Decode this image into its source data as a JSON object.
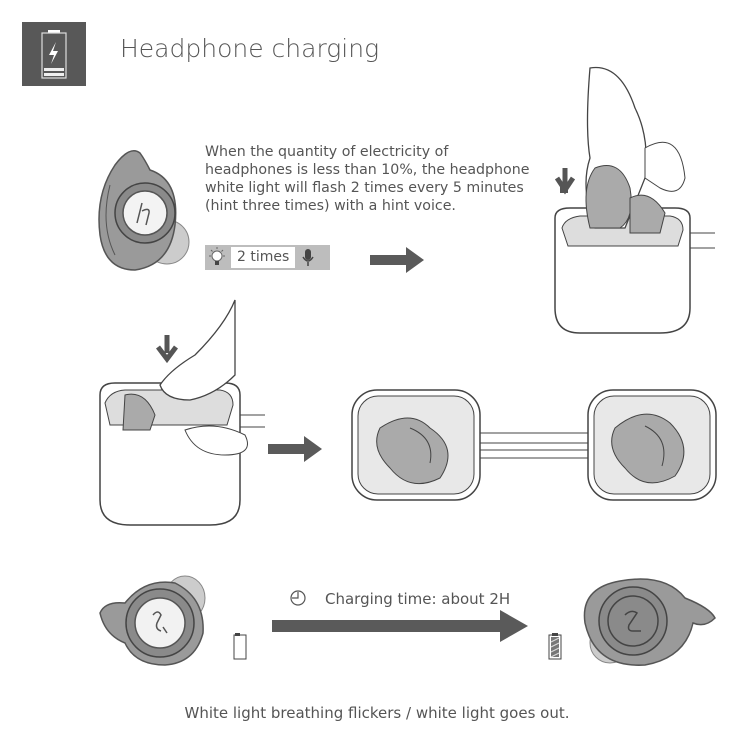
{
  "header": {
    "icon": "battery-charging-icon",
    "title": "Headphone charging"
  },
  "low_battery": {
    "description_lines": [
      "When the quantity of electricity of",
      "headphones is less than 10%, the headphone",
      "white light will flash 2 times every 5 minutes",
      "(hint three times) with a hint voice."
    ],
    "indicator": {
      "light_icon": "light-bulb-icon",
      "label": "2 times",
      "voice_icon": "microphone-icon"
    }
  },
  "charging": {
    "time_icon": "clock-icon",
    "time_label": "Charging time: about 2H",
    "start_battery": "empty-battery-icon",
    "end_battery": "full-battery-icon"
  },
  "footer": {
    "caption": "White light breathing flickers / white light goes out."
  },
  "colors": {
    "dark_gray": "#585858",
    "mid_gray": "#8a8a8a",
    "light_gray": "#bdbdbd",
    "text": "#555555"
  }
}
